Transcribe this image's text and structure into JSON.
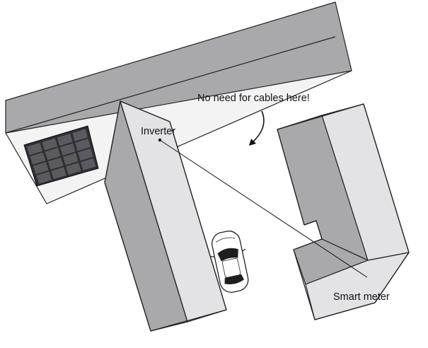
{
  "labels": {
    "caption": "No need for cables here!",
    "inverter": "Inverter",
    "smart_meter": "Smart meter"
  },
  "colors": {
    "roof_light": "#f3f3f3",
    "roof_mid": "#e2e1e3",
    "roof_dark": "#a7a6a9",
    "outline": "#222222",
    "panel_frame": "#2f2f33",
    "panel_cell": "#5a5a60",
    "car_body": "#ffffff",
    "car_glass": "#1e1e1e"
  },
  "icons": {
    "solar_panel": "solar-panel-icon",
    "car": "car-icon",
    "curved_arrow": "curved-arrow-icon"
  }
}
